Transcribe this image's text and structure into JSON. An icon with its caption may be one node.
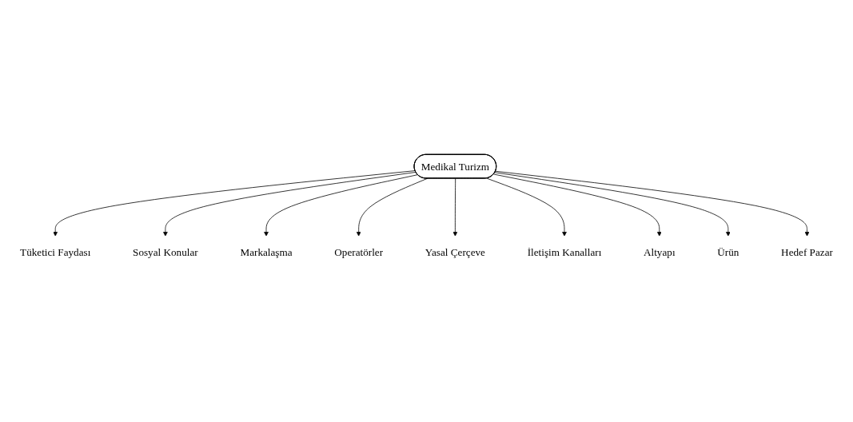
{
  "diagram": {
    "nodes": [
      {
        "text": [
          "Medikal Turizm"
        ]
      },
      {
        "text": [
          "Tüketici Faydası"
        ]
      },
      {
        "text": [
          "Sosyal Konular"
        ]
      },
      {
        "text": [
          "Markalaşma"
        ]
      },
      {
        "text": [
          "Operatörler"
        ]
      },
      {
        "text": [
          "Yasal Çerçeve"
        ]
      },
      {
        "text": [
          "İletişim Kanalları"
        ]
      },
      {
        "text": [
          "Altyapı"
        ]
      },
      {
        "text": [
          "Ürün"
        ]
      },
      {
        "text": [
          "Hedef Pazar"
        ]
      }
    ],
    "edges": [
      {
        "from": 0,
        "to": 1,
        "arrow": "to"
      },
      {
        "from": 0,
        "to": 2,
        "arrow": "to"
      },
      {
        "from": 0,
        "to": 3,
        "arrow": "to"
      },
      {
        "from": 0,
        "to": 4,
        "arrow": "to"
      },
      {
        "from": 0,
        "to": 5,
        "arrow": "to"
      },
      {
        "from": 0,
        "to": 6,
        "arrow": "to"
      },
      {
        "from": 0,
        "to": 7,
        "arrow": "to"
      },
      {
        "from": 0,
        "to": 8,
        "arrow": "to"
      },
      {
        "from": 0,
        "to": 9,
        "arrow": "to"
      }
    ]
  }
}
